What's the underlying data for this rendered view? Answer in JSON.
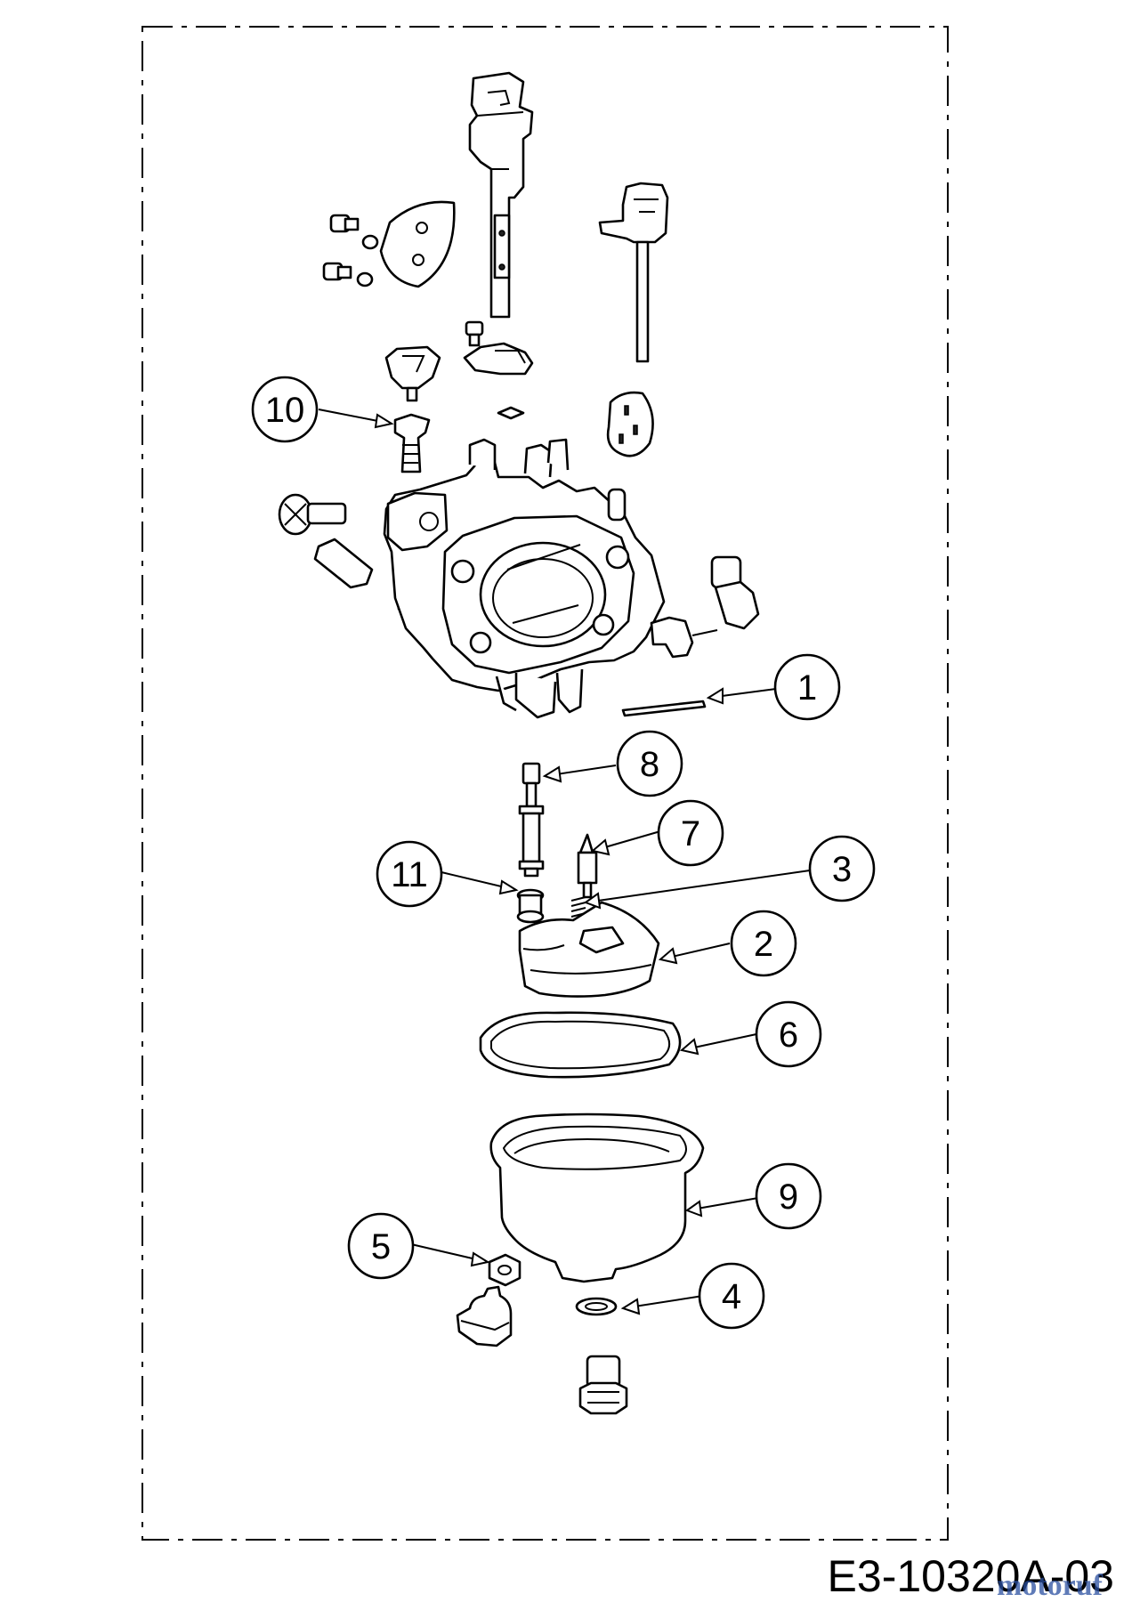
{
  "diagram": {
    "drawing_code": "E3-10320A-03",
    "watermark": {
      "text": "motoruf",
      "color_a": "#2a4fa0",
      "color_b": "#e07a1f"
    },
    "callouts": [
      {
        "label": "1"
      },
      {
        "label": "2"
      },
      {
        "label": "3"
      },
      {
        "label": "4"
      },
      {
        "label": "5"
      },
      {
        "label": "6"
      },
      {
        "label": "7"
      },
      {
        "label": "8"
      },
      {
        "label": "9"
      },
      {
        "label": "10"
      },
      {
        "label": "11"
      }
    ]
  }
}
